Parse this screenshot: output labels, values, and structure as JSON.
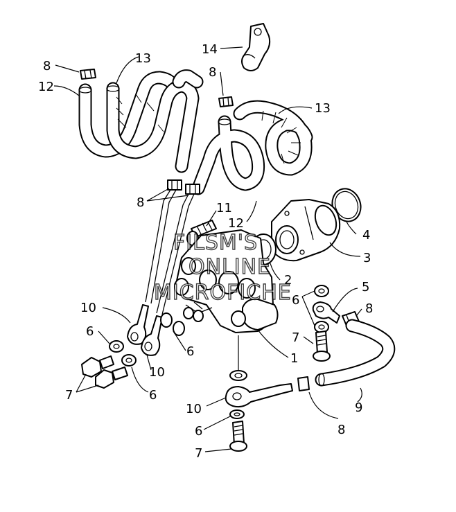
{
  "watermark": {
    "line1": "FILSM'S",
    "line2": "ONLINE",
    "line3": "MICROFICHE"
  },
  "callouts": {
    "c14": "14",
    "c13a": "13",
    "c8a": "8",
    "c12a": "12",
    "c8b": "8",
    "c13b": "13",
    "c8c": "8",
    "c11": "11",
    "c12b": "12",
    "c4": "4",
    "c3": "3",
    "c2": "2",
    "c5": "5",
    "c6a": "6",
    "c8d": "8",
    "c10a": "10",
    "c6b": "6",
    "c7a": "7",
    "c6c": "6",
    "c1": "1",
    "c10b": "10",
    "c7b": "7",
    "c6d": "6",
    "c10c": "10",
    "c9": "9",
    "c6e": "6",
    "c8e": "8",
    "c7c": "7"
  }
}
